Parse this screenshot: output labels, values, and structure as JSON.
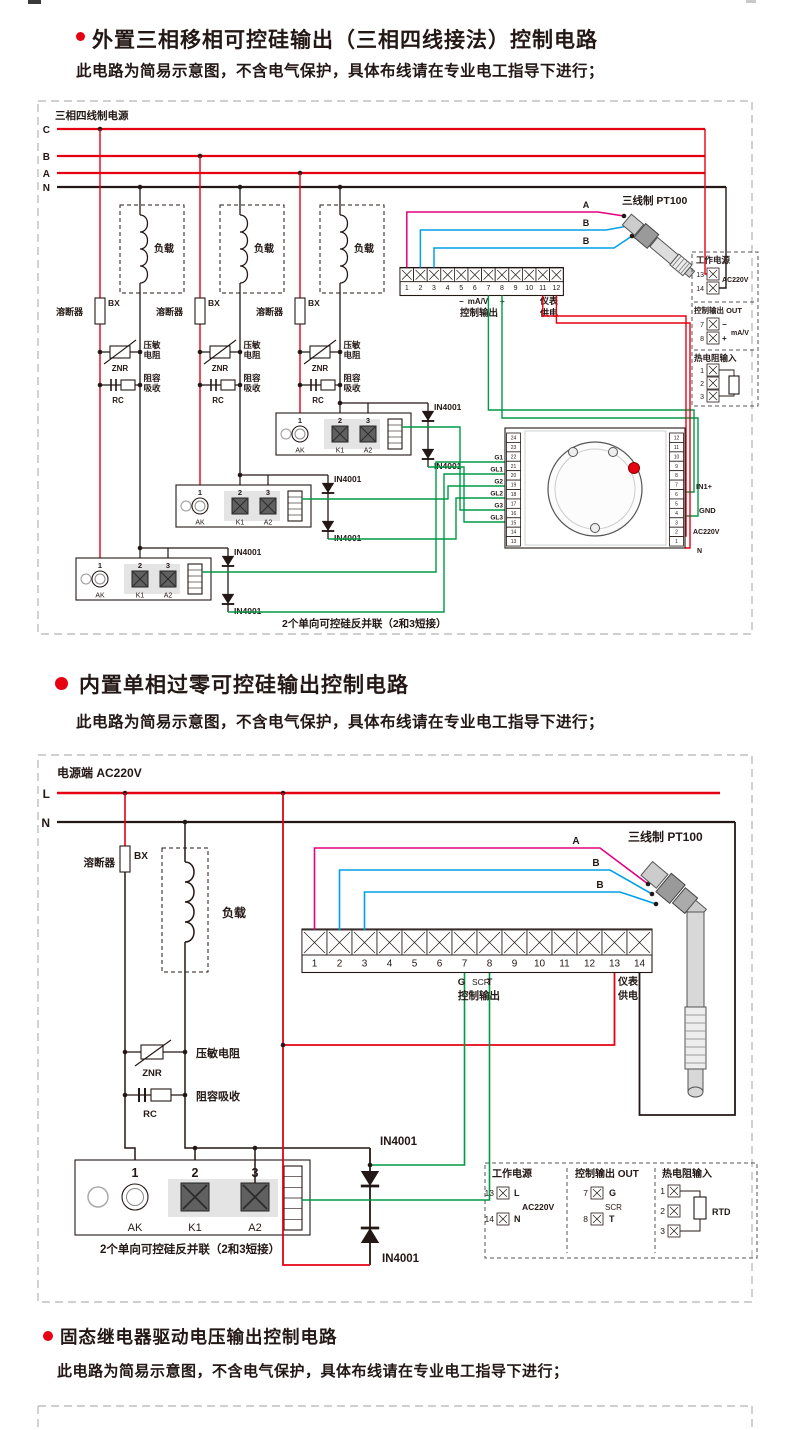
{
  "s1": {
    "title": "外置三相移相可控硅输出（三相四线接法）控制电路",
    "subtitle": "此电路为简易示意图，不含电气保护，具体布线请在专业电工指导下进行；",
    "power_label": "三相四线制电源",
    "phases": [
      "C",
      "B",
      "A",
      "N"
    ],
    "load": "负载",
    "fuse": "溶断器",
    "fuse_code": "BX",
    "znr1": "压敏",
    "znr2": "电阻",
    "znr_code": "ZNR",
    "rc1": "阻容",
    "rc2": "吸收",
    "rc_code": "RC",
    "scr_nums": [
      "1",
      "2",
      "3"
    ],
    "scr_names": [
      "AK",
      "K1",
      "A2"
    ],
    "diode": "IN4001",
    "gate_labels": [
      "G1",
      "GL1",
      "G2",
      "GL2",
      "G3",
      "GL3"
    ],
    "note": "2个单向可控硅反并联（2和3短接）",
    "tb": {
      "numbers": [
        "1",
        "2",
        "3",
        "4",
        "5",
        "6",
        "7",
        "8",
        "9",
        "10",
        "11",
        "12"
      ],
      "minus": "−",
      "mav": "mA/V",
      "plus": "+",
      "ctrl": "控制输出",
      "meter1": "仪表",
      "meter2": "供电"
    },
    "pt100": {
      "label": "三线制 PT100",
      "wires": [
        "A",
        "B",
        "B"
      ]
    },
    "controller": {
      "left": [
        "24",
        "23",
        "22",
        "21",
        "20",
        "19",
        "18",
        "17",
        "16",
        "15",
        "14",
        "13"
      ],
      "right": [
        "12",
        "11",
        "10",
        "9",
        "8",
        "7",
        "6",
        "5",
        "4",
        "3",
        "2",
        "1"
      ],
      "in1": "IN1+",
      "gnd": "GND",
      "ac": "AC220V",
      "n": "N"
    },
    "panel": {
      "t_power": "工作电源",
      "n13": "13",
      "n14": "14",
      "ac": "AC220V",
      "t_out": "控制输出 OUT",
      "n7": "7",
      "n8": "8",
      "minus": "−",
      "plus": "+",
      "mav": "mA/V",
      "t_r": "热电阻输入",
      "n1": "1",
      "n2": "2",
      "n3": "3"
    }
  },
  "s2": {
    "title": "内置单相过零可控硅输出控制电路",
    "subtitle": "此电路为简易示意图，不含电气保护，具体布线请在专业电工指导下进行；",
    "power_label": "电源端  AC220V",
    "l": "L",
    "n": "N",
    "fuse": "溶断器",
    "fuse_code": "BX",
    "load": "负载",
    "znr": "压敏电阻",
    "znr_code": "ZNR",
    "rc": "阻容吸收",
    "rc_code": "RC",
    "tb": {
      "numbers": [
        "1",
        "2",
        "3",
        "4",
        "5",
        "6",
        "7",
        "8",
        "9",
        "10",
        "11",
        "12",
        "13",
        "14"
      ],
      "g": "G",
      "scr": "SCR",
      "t": "T",
      "ctrl": "控制输出",
      "meter1": "仪表",
      "meter2": "供电"
    },
    "pt100": {
      "label": "三线制 PT100",
      "wires": [
        "A",
        "B",
        "B"
      ]
    },
    "scr_nums": [
      "1",
      "2",
      "3"
    ],
    "scr_names": [
      "AK",
      "K1",
      "A2"
    ],
    "diode": "IN4001",
    "note": "2个单向可控硅反并联（2和3短接）",
    "panel": {
      "t_power": "工作电源",
      "n13": "13",
      "l": "L",
      "n14": "14",
      "n": "N",
      "ac": "AC220V",
      "t_out": "控制输出 OUT",
      "n7": "7",
      "g": "G",
      "scr": "SCR",
      "n8": "8",
      "t": "T",
      "t_r": "热电阻输入",
      "n1": "1",
      "n2": "2",
      "n3": "3",
      "rtd": "RTD"
    }
  },
  "s3": {
    "title": "固态继电器驱动电压输出控制电路",
    "subtitle": "此电路为简易示意图，不含电气保护，具体布线请在专业电工指导下进行；"
  }
}
